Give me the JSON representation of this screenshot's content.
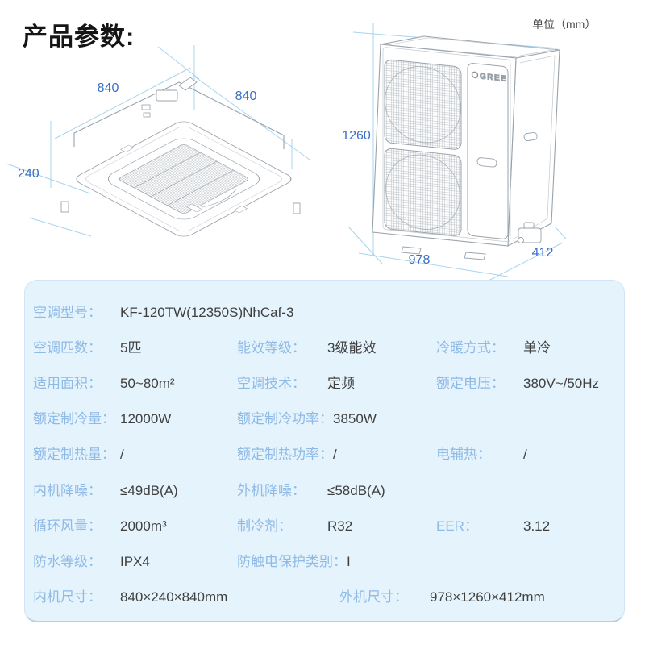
{
  "header": {
    "title": "产品参数:",
    "unit_note": "单位（mm）"
  },
  "drawings": {
    "indoor": {
      "dim_left": "840",
      "dim_right": "840",
      "dim_height": "240"
    },
    "outdoor": {
      "brand": "GREE",
      "dim_height": "1260",
      "dim_width": "978",
      "dim_depth": "412"
    }
  },
  "spec_table": {
    "rows": [
      {
        "cells": [
          {
            "label": "空调型号：",
            "value": "KF-120TW(12350S)NhCaf-3"
          }
        ]
      },
      {
        "cells": [
          {
            "label": "空调匹数：",
            "value": "5匹"
          },
          {
            "label": "能效等级：",
            "value": "3级能效"
          },
          {
            "label": "冷暖方式：",
            "value": "单冷"
          }
        ]
      },
      {
        "cells": [
          {
            "label": "适用面积：",
            "value": "50~80m²"
          },
          {
            "label": "空调技术：",
            "value": "定频"
          },
          {
            "label": "额定电压：",
            "value": "380V~/50Hz"
          }
        ]
      },
      {
        "cells": [
          {
            "label": "额定制冷量：",
            "value": "12000W"
          },
          {
            "label": "额定制冷功率：",
            "value": "3850W"
          }
        ]
      },
      {
        "cells": [
          {
            "label": "额定制热量：",
            "value": "/"
          },
          {
            "label": "额定制热功率：",
            "value": "/"
          },
          {
            "label": "电辅热：",
            "value": "/"
          }
        ]
      },
      {
        "cells": [
          {
            "label": "内机降噪：",
            "value": "≤49dB(A)"
          },
          {
            "label": "外机降噪：",
            "value": "≤58dB(A)"
          }
        ]
      },
      {
        "cells": [
          {
            "label": "循环风量：",
            "value": "2000m³"
          },
          {
            "label": "制冷剂：",
            "value": "R32"
          },
          {
            "label": "EER：",
            "value": "3.12"
          }
        ]
      },
      {
        "cells": [
          {
            "label": "防水等级：",
            "value": "IPX4"
          },
          {
            "label": "防触电保护类别：",
            "value": "I"
          }
        ]
      },
      {
        "cells": [
          {
            "label": "内机尺寸：",
            "value": "840×240×840mm"
          },
          {
            "label": "外机尺寸：",
            "value": "978×1260×412mm"
          }
        ]
      }
    ]
  },
  "colors": {
    "table_bg": "#e4f3fc",
    "label_blue": "#8fbae6",
    "value_gray": "#404040",
    "dim_blue": "#3a6ec5",
    "leader_blue": "#a9d4ee",
    "line_gray": "#9aa3ab"
  }
}
